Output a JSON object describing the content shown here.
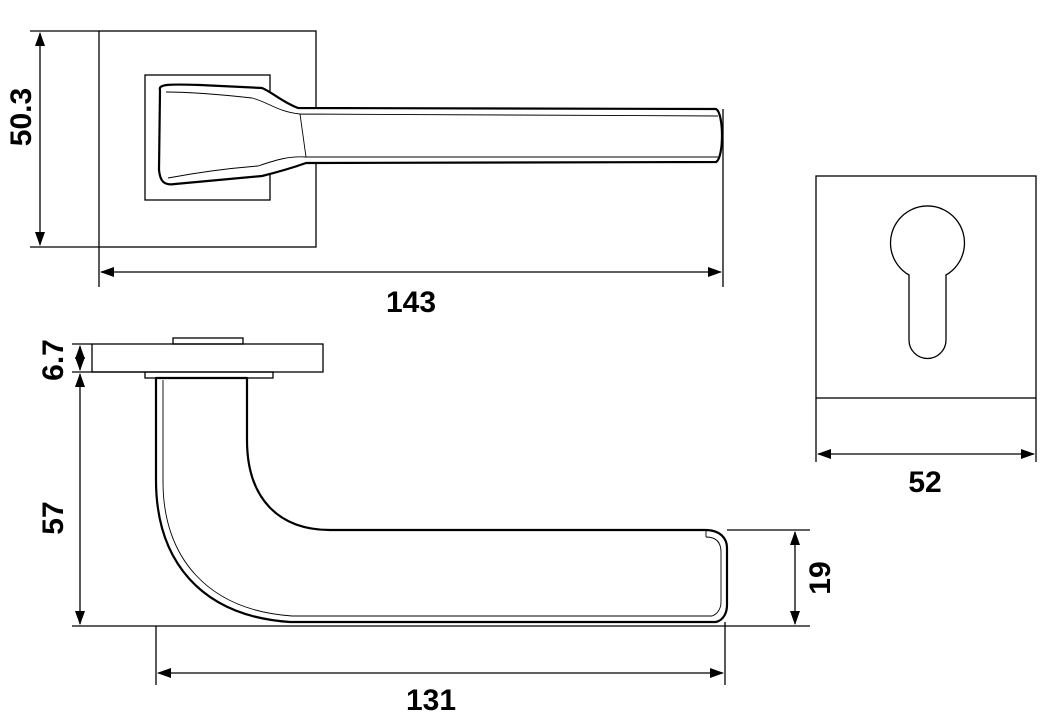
{
  "drawing": {
    "dimensions": {
      "rose_height": "50.3",
      "handle_length": "143",
      "escutcheon_width": "52",
      "rose_thickness": "6.7",
      "handle_drop": "57",
      "handle_depth": "19",
      "handle_projection": "131"
    }
  }
}
